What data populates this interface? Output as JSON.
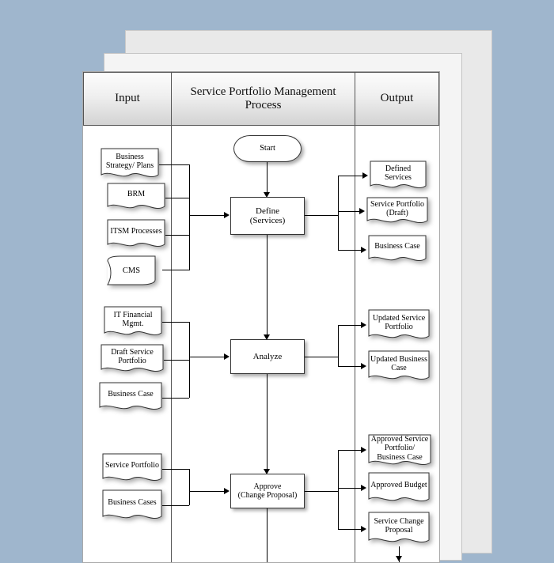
{
  "page": {
    "background_color": "#9fb6cd",
    "sheet_color": "#ffffff"
  },
  "header": {
    "columns": [
      {
        "label": "Input"
      },
      {
        "label": "Service Portfolio Management Process"
      },
      {
        "label": "Output"
      }
    ]
  },
  "diagram": {
    "title": "Service Portfolio Management Process",
    "start_node": "Start",
    "process_steps": [
      {
        "label": "Define\n(Services)"
      },
      {
        "label": "Analyze"
      },
      {
        "label": "Approve\n(Change Proposal)"
      }
    ],
    "steps": {
      "define": {
        "label_line1": "Define",
        "label_line2": "(Services)",
        "inputs": [
          {
            "label": "Business Strategy/ Plans",
            "shape": "document"
          },
          {
            "label": "BRM",
            "shape": "document"
          },
          {
            "label": "ITSM Processes",
            "shape": "document"
          },
          {
            "label": "CMS",
            "shape": "cylinder"
          }
        ],
        "outputs": [
          {
            "label": "Defined Services",
            "shape": "document"
          },
          {
            "label": "Service Portfolio (Draft)",
            "shape": "document"
          },
          {
            "label": "Business Case",
            "shape": "document"
          }
        ]
      },
      "analyze": {
        "label_line1": "Analyze",
        "label_line2": "",
        "inputs": [
          {
            "label": "IT Financial Mgmt.",
            "shape": "document"
          },
          {
            "label": "Draft Service Portfolio",
            "shape": "document"
          },
          {
            "label": "Business Case",
            "shape": "document"
          }
        ],
        "outputs": [
          {
            "label": "Updated Service Portfolio",
            "shape": "document"
          },
          {
            "label": "Updated Business Case",
            "shape": "document"
          }
        ]
      },
      "approve": {
        "label_line1": "Approve",
        "label_line2": "(Change Proposal)",
        "inputs": [
          {
            "label": "Service Portfolio",
            "shape": "document"
          },
          {
            "label": "Business Cases",
            "shape": "document"
          }
        ],
        "outputs": [
          {
            "label": "Approved Service Portfolio/ Business Case",
            "shape": "document"
          },
          {
            "label": "Approved Budget",
            "shape": "document"
          },
          {
            "label": "Service Change Proposal",
            "shape": "document"
          }
        ]
      }
    }
  }
}
